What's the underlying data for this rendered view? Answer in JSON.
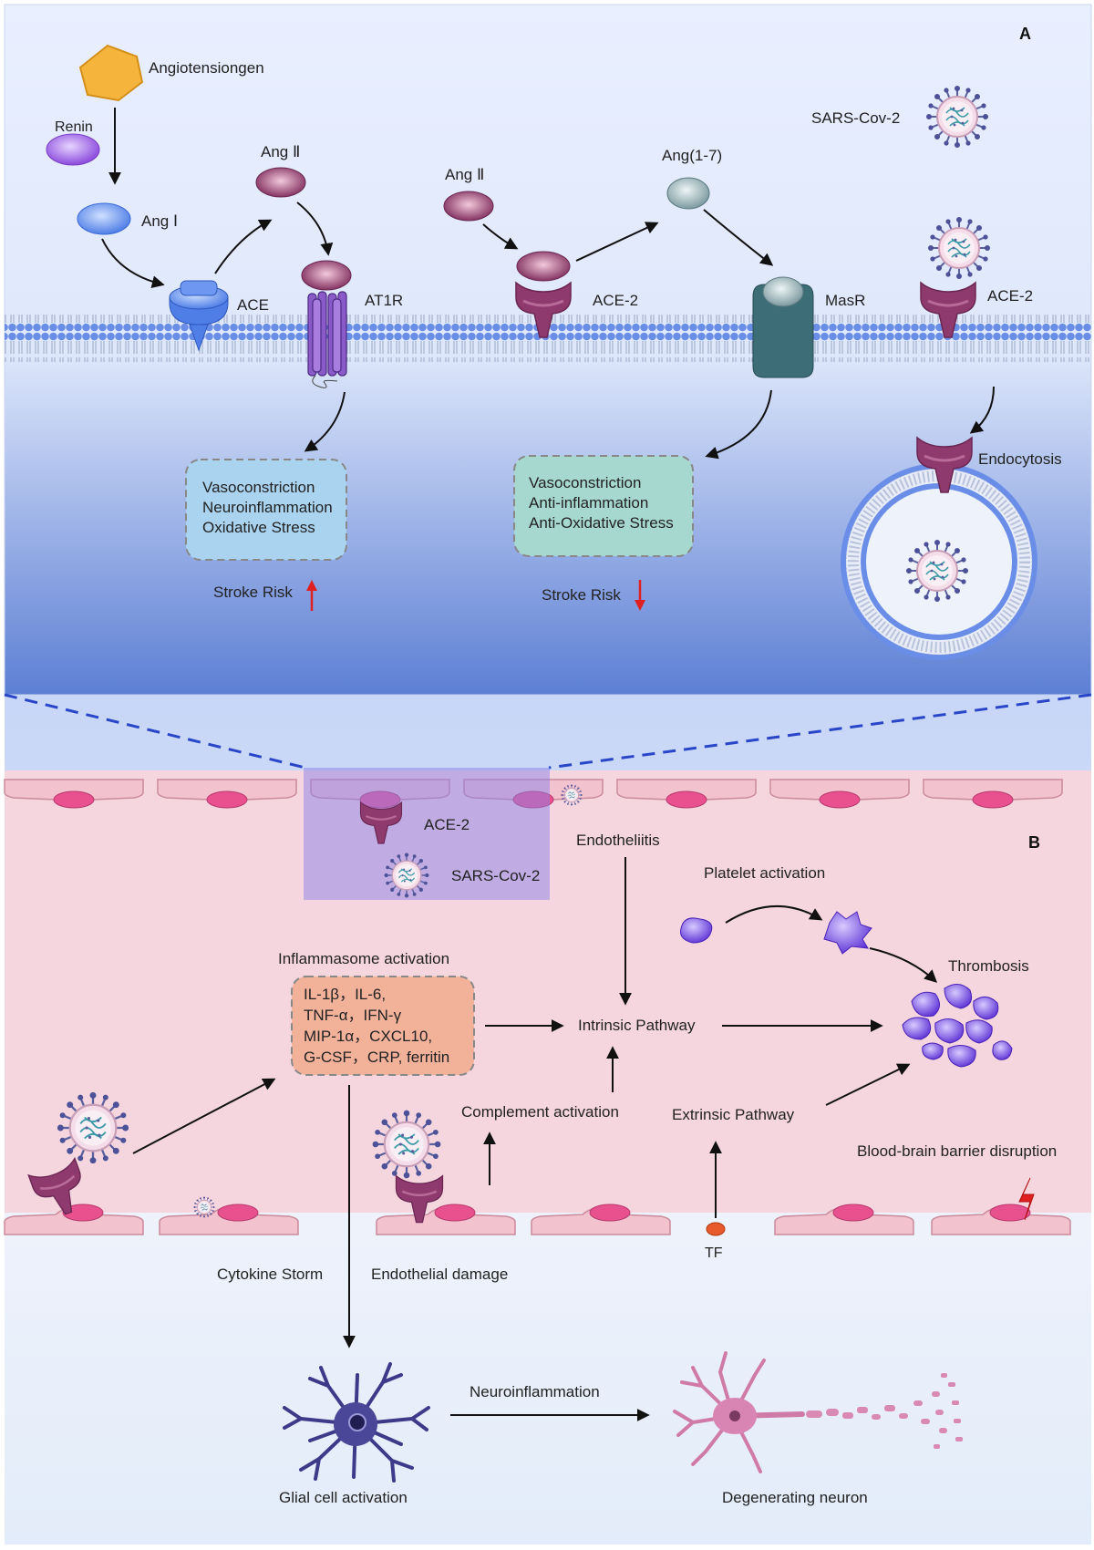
{
  "panels": {
    "a": "A",
    "b": "B"
  },
  "panel_a": {
    "angiotensinogen": "Angiotensiongen",
    "renin": "Renin",
    "ang1": "Ang Ⅰ",
    "ang2_left": "Ang Ⅱ",
    "ang2_right": "Ang Ⅱ",
    "ace": "ACE",
    "at1r": "AT1R",
    "ace2": "ACE-2",
    "ang17": "Ang(1-7)",
    "masr": "MasR",
    "sars_top": "SARS-Cov-2",
    "ace2_virus": "ACE-2",
    "endocytosis": "Endocytosis",
    "box_left": [
      "Vasoconstriction",
      "Neuroinflammation",
      "Oxidative Stress"
    ],
    "box_mid": [
      "Vasoconstriction",
      "Anti-inflammation",
      "Anti-Oxidative Stress"
    ],
    "stroke_risk_left": "Stroke Risk",
    "stroke_risk_mid": "Stroke Risk"
  },
  "panel_b": {
    "ace2": "ACE-2",
    "sars": "SARS-Cov-2",
    "endotheliitis": "Endotheliitis",
    "platelet_activation": "Platelet activation",
    "thrombosis": "Thrombosis",
    "inflammasome": "Inflammasome activation",
    "cytokines": [
      "IL-1β，IL-6,",
      "TNF-α，IFN-γ",
      "MIP-1α，CXCL10,",
      "G-CSF，CRP, ferritin"
    ],
    "intrinsic": "Intrinsic Pathway",
    "complement": "Complement activation",
    "extrinsic": "Extrinsic Pathway",
    "bbb": "Blood-brain barrier disruption",
    "tf": "TF",
    "cytokine_storm": "Cytokine Storm",
    "endothelial_damage": "Endothelial damage",
    "neuroinflammation": "Neuroinflammation",
    "glial": "Glial cell activation",
    "degenerating": "Degenerating neuron"
  },
  "colors": {
    "ace_blue": "#5b86e8",
    "ace2_magenta": "#8e3a6e",
    "masr_teal": "#3d6e78",
    "angiotensinogen_orange": "#f5b43c",
    "renin_purple": "#9b5ee0",
    "up_arrow_red": "#e02020",
    "box_left_fill": "#a9d3ef",
    "box_mid_fill": "#a7d8cf",
    "cytokine_box_fill": "#f2b29a",
    "endothelium_pink": "#f3c2cf",
    "nucleus_pink": "#e8518e",
    "platelet_purple": "#7b4fe0"
  }
}
